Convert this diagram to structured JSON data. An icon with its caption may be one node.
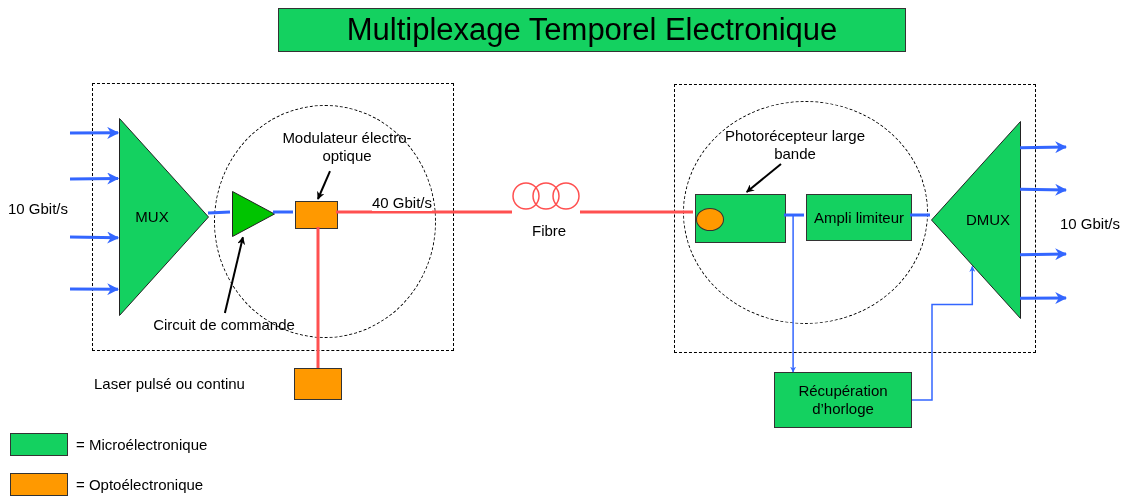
{
  "diagram": {
    "title": "Multiplexage Temporel Electronique",
    "nodes": [
      {
        "text": [],
        "shape": "box"
      },
      {
        "text": [
          "MUX"
        ],
        "in": 0
      },
      {
        "text": [],
        "shape": "circle",
        "in": 0
      },
      {
        "text": [],
        "shape": "triangle",
        "in": 2
      },
      {
        "text": [],
        "shape": "box",
        "in": 2
      },
      {
        "text": [
          "Modulateur électro-optique"
        ],
        "in": 2
      },
      {
        "text": [
          "Circuit de commande"
        ],
        "in": 0
      },
      {
        "text": [],
        "shape": "box",
        "beside": [
          "Laser pulsé ou continu"
        ]
      },
      {
        "text": [],
        "shape": "picture",
        "beside": [
          "Fibre"
        ]
      },
      {
        "text": [],
        "shape": "box"
      },
      {
        "text": [],
        "shape": "circle",
        "in": 9
      },
      {
        "text": [
          "Photorécepteur large bande"
        ],
        "in": 10
      },
      {
        "text": [],
        "shape": "box",
        "in": 10
      },
      {
        "text": [],
        "shape": "circle",
        "in": 12
      },
      {
        "text": [
          "Ampli limiteur"
        ],
        "in": 10
      },
      {
        "text": [
          "DMUX"
        ],
        "in": 9
      },
      {
        "text": [
          "Récupération d’horloge"
        ]
      }
    ],
    "edges": [
      {
        "from": null,
        "to": 1,
        "arrow": "to"
      },
      {
        "from": null,
        "to": 1,
        "arrow": "to"
      },
      {
        "from": null,
        "to": 1,
        "arrow": "to"
      },
      {
        "from": null,
        "to": 1,
        "arrow": "to"
      },
      {
        "from": 1,
        "to": 3,
        "arrow": "none"
      },
      {
        "from": 3,
        "to": 4,
        "arrow": "none"
      },
      {
        "from": 5,
        "to": 4,
        "arrow": "to",
        "color": "#000000"
      },
      {
        "from": 6,
        "to": 3,
        "arrow": "to",
        "color": "#000000"
      },
      {
        "from": 7,
        "to": 4,
        "arrow": "none",
        "color": "#ff5050"
      },
      {
        "from": 4,
        "to": 8,
        "arrow": "none",
        "label": "40 Gbit/s",
        "color": "#ff5050"
      },
      {
        "from": 8,
        "to": 13,
        "arrow": "none",
        "color": "#ff5050"
      },
      {
        "from": 11,
        "to": 12,
        "arrow": "to",
        "color": "#000000"
      },
      {
        "from": 12,
        "to": 14,
        "arrow": "none"
      },
      {
        "from": 12,
        "to": 16,
        "arrow": "to"
      },
      {
        "from": 16,
        "to": 15,
        "arrow": "to"
      },
      {
        "from": 14,
        "to": 15,
        "arrow": "none"
      },
      {
        "from": 15,
        "to": null,
        "arrow": "to"
      },
      {
        "from": 15,
        "to": null,
        "arrow": "to"
      },
      {
        "from": 15,
        "to": null,
        "arrow": "to"
      },
      {
        "from": 15,
        "to": null,
        "arrow": "to"
      }
    ],
    "labels": [
      "10 Gbit/s",
      "10 Gbit/s"
    ],
    "legend": [
      {
        "text": "= Microélectronique",
        "color": "#14d160"
      },
      {
        "text": "= Optoélectronique",
        "color": "#ff9900"
      }
    ]
  }
}
